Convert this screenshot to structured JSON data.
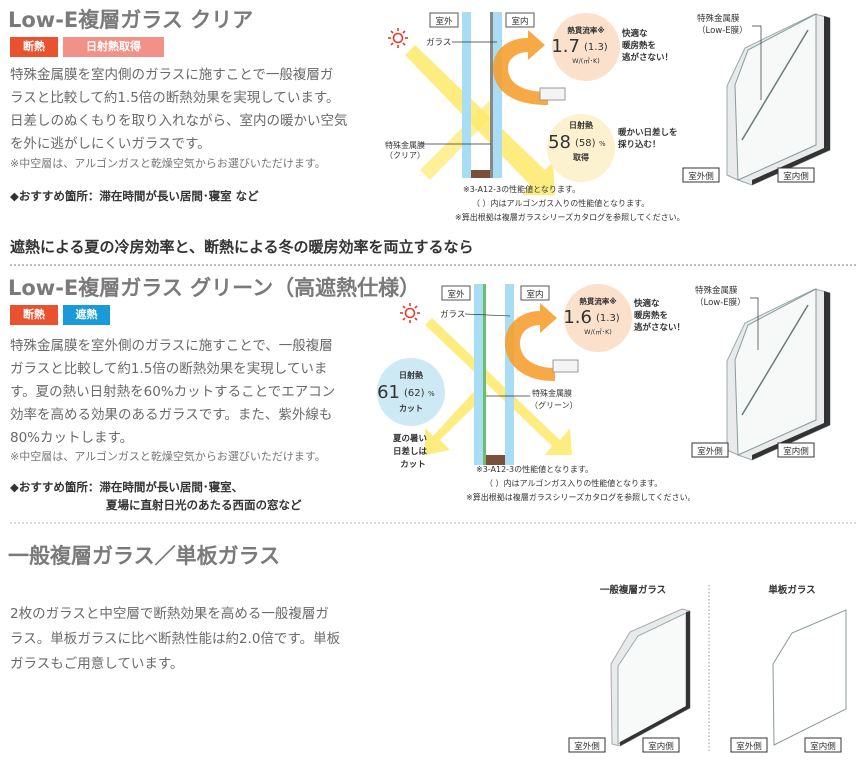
{
  "section1": {
    "title": "Low-E複層ガラス クリア",
    "badges": [
      {
        "label": "断熱",
        "color": "#e9512f"
      },
      {
        "label": "日射熱取得",
        "color": "#f29187"
      }
    ],
    "body": [
      "特殊金属膜を室内側のガラスに施すことで一般複層ガ",
      "ラスと比較して約1.5倍の断熱効果を実現しています。",
      "日差しのぬくもりを取り入れながら、室内の暖かい空気",
      "を外に逃がしにくいガラスです。"
    ],
    "note": "※中空層は、アルゴンガスと乾燥空気からお選びいただけます。",
    "recommend": "◆おすすめ箇所：滞在時間が長い居間･寝室 など",
    "diagram": {
      "outside": "室外",
      "inside": "室内",
      "glass": "ガラス",
      "film": [
        "特殊金属膜",
        "（クリア）"
      ],
      "u_label": "熱貫流率※",
      "u_value": "1.7",
      "u_argon": "(1.3)",
      "u_unit": "W/(㎡･K)",
      "u_caption": [
        "快適な",
        "暖房熱を",
        "逃がさない！"
      ],
      "solar_label": "日射熱",
      "solar_value": "58",
      "solar_argon": "(58)",
      "solar_pct": "%",
      "solar_sub": "取得",
      "solar_caption": [
        "暖かい日差しを",
        "採り込む！"
      ],
      "notes": [
        "※3-A12-3の性能値となります。",
        "（ ）内はアルゴンガス入りの性能値となります。",
        "※算出根拠は複層ガラスシリーズカタログを参照してください。"
      ]
    },
    "illustration": {
      "film": [
        "特殊金属膜",
        "（Low-E膜）"
      ],
      "outside": "室外側",
      "inside": "室内側"
    }
  },
  "banner": "遮熱による夏の冷房効率と、断熱による冬の暖房効率を両立するなら",
  "section2": {
    "title": "Low-E複層ガラス グリーン（高遮熱仕様）",
    "badges": [
      {
        "label": "断熱",
        "color": "#e9512f"
      },
      {
        "label": "遮熱",
        "color": "#1a9ad6"
      }
    ],
    "body": [
      "特殊金属膜を室外側のガラスに施すことで、一般複層",
      "ガラスと比較して約1.5倍の断熱効果を実現していま",
      "す。夏の熱い日射熱を60%カットすることでエアコン",
      "効率を高める効果のあるガラスです。また、紫外線も",
      "80%カットします。"
    ],
    "note": "※中空層は、アルゴンガスと乾燥空気からお選びいただけます。",
    "recommend": [
      "◆おすすめ箇所：滞在時間が長い居間･寝室、",
      "夏場に直射日光のあたる西面の窓など"
    ],
    "diagram": {
      "outside": "室外",
      "inside": "室内",
      "glass": "ガラス",
      "film": [
        "特殊金属膜",
        "（グリーン）"
      ],
      "u_label": "熱貫流率※",
      "u_value": "1.6",
      "u_argon": "(1.3)",
      "u_unit": "W/(㎡･K)",
      "u_caption": [
        "快適な",
        "暖房熱を",
        "逃がさない！"
      ],
      "solar_label": "日射熱",
      "solar_value": "61",
      "solar_argon": "(62)",
      "solar_pct": "%",
      "solar_sub": "カット",
      "solar_caption": [
        "夏の暑い",
        "日差しは",
        "カット"
      ],
      "notes": [
        "※3-A12-3の性能値となります。",
        "（ ）内はアルゴンガス入りの性能値となります。",
        "※算出根拠は複層ガラスシリーズカタログを参照してください。"
      ]
    },
    "illustration": {
      "film": [
        "特殊金属膜",
        "（Low-E膜）"
      ],
      "outside": "室外側",
      "inside": "室内側"
    }
  },
  "section3": {
    "title": "一般複層ガラス／単板ガラス",
    "body": [
      "2枚のガラスと中空層で断熱効果を高める一般複層ガ",
      "ラス。単板ガラスに比べ断熱性能は約2.0倍です。単板",
      "ガラスもご用意しています。"
    ],
    "double": {
      "label": "一般複層ガラス",
      "outside": "室外側",
      "inside": "室内側"
    },
    "single": {
      "label": "単板ガラス",
      "outside": "室外側",
      "inside": "室内側"
    }
  },
  "colors": {
    "glass": "#a9dcf5",
    "sun_ray": "#fde96a",
    "heat_arrow": "#f5a030",
    "u_circle": "#fbe1cc",
    "solar_circle_clear": "#fdf2cf",
    "solar_circle_green": "#cde9f4",
    "green_film": "#6cbf6a"
  }
}
